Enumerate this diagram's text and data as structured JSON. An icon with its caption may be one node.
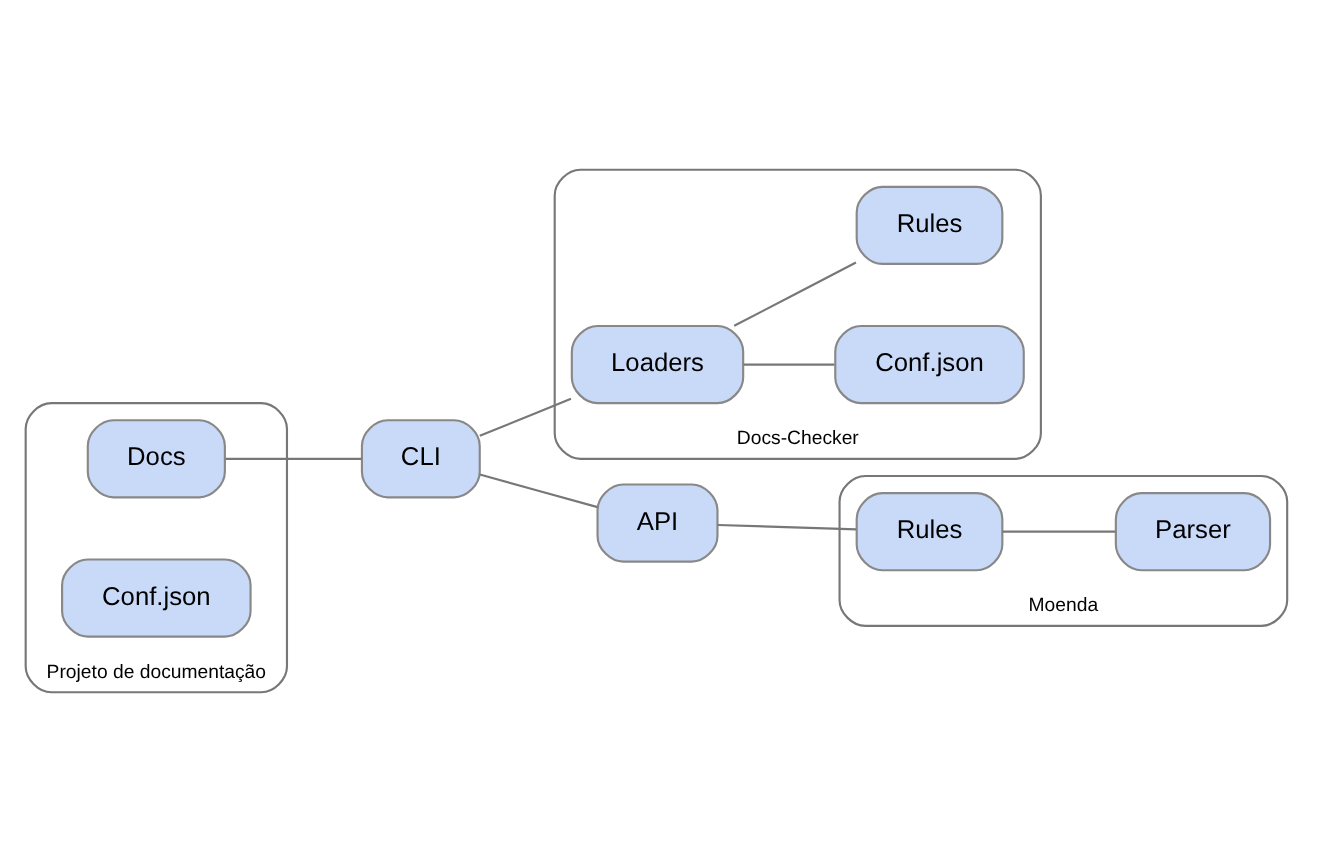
{
  "diagram": {
    "nodes": [
      {
        "text": [
          "Projeto de documentação"
        ]
      },
      {
        "text": [
          "Docs"
        ],
        "in": 0
      },
      {
        "text": [
          "Conf.json"
        ],
        "in": 0
      },
      {
        "text": [
          "CLI"
        ]
      },
      {
        "text": [
          "Docs-Checker"
        ]
      },
      {
        "text": [
          "Loaders"
        ],
        "in": 4
      },
      {
        "text": [
          "Conf.json"
        ],
        "in": 4
      },
      {
        "text": [
          "Rules"
        ],
        "in": 4
      },
      {
        "text": [
          "Moenda"
        ]
      },
      {
        "text": [
          "API"
        ]
      },
      {
        "text": [
          "Rules"
        ],
        "in": 8
      },
      {
        "text": [
          "Parser"
        ],
        "in": 8
      }
    ],
    "edges": [
      {
        "from": 1,
        "to": 3,
        "arrow": "none"
      },
      {
        "from": 3,
        "to": 5,
        "arrow": "none"
      },
      {
        "from": 5,
        "to": 6,
        "arrow": "none"
      },
      {
        "from": 5,
        "to": 7,
        "arrow": "none"
      },
      {
        "from": 3,
        "to": 9,
        "arrow": "none"
      },
      {
        "from": 9,
        "to": 10,
        "arrow": "none"
      },
      {
        "from": 10,
        "to": 11,
        "arrow": "none"
      }
    ]
  }
}
